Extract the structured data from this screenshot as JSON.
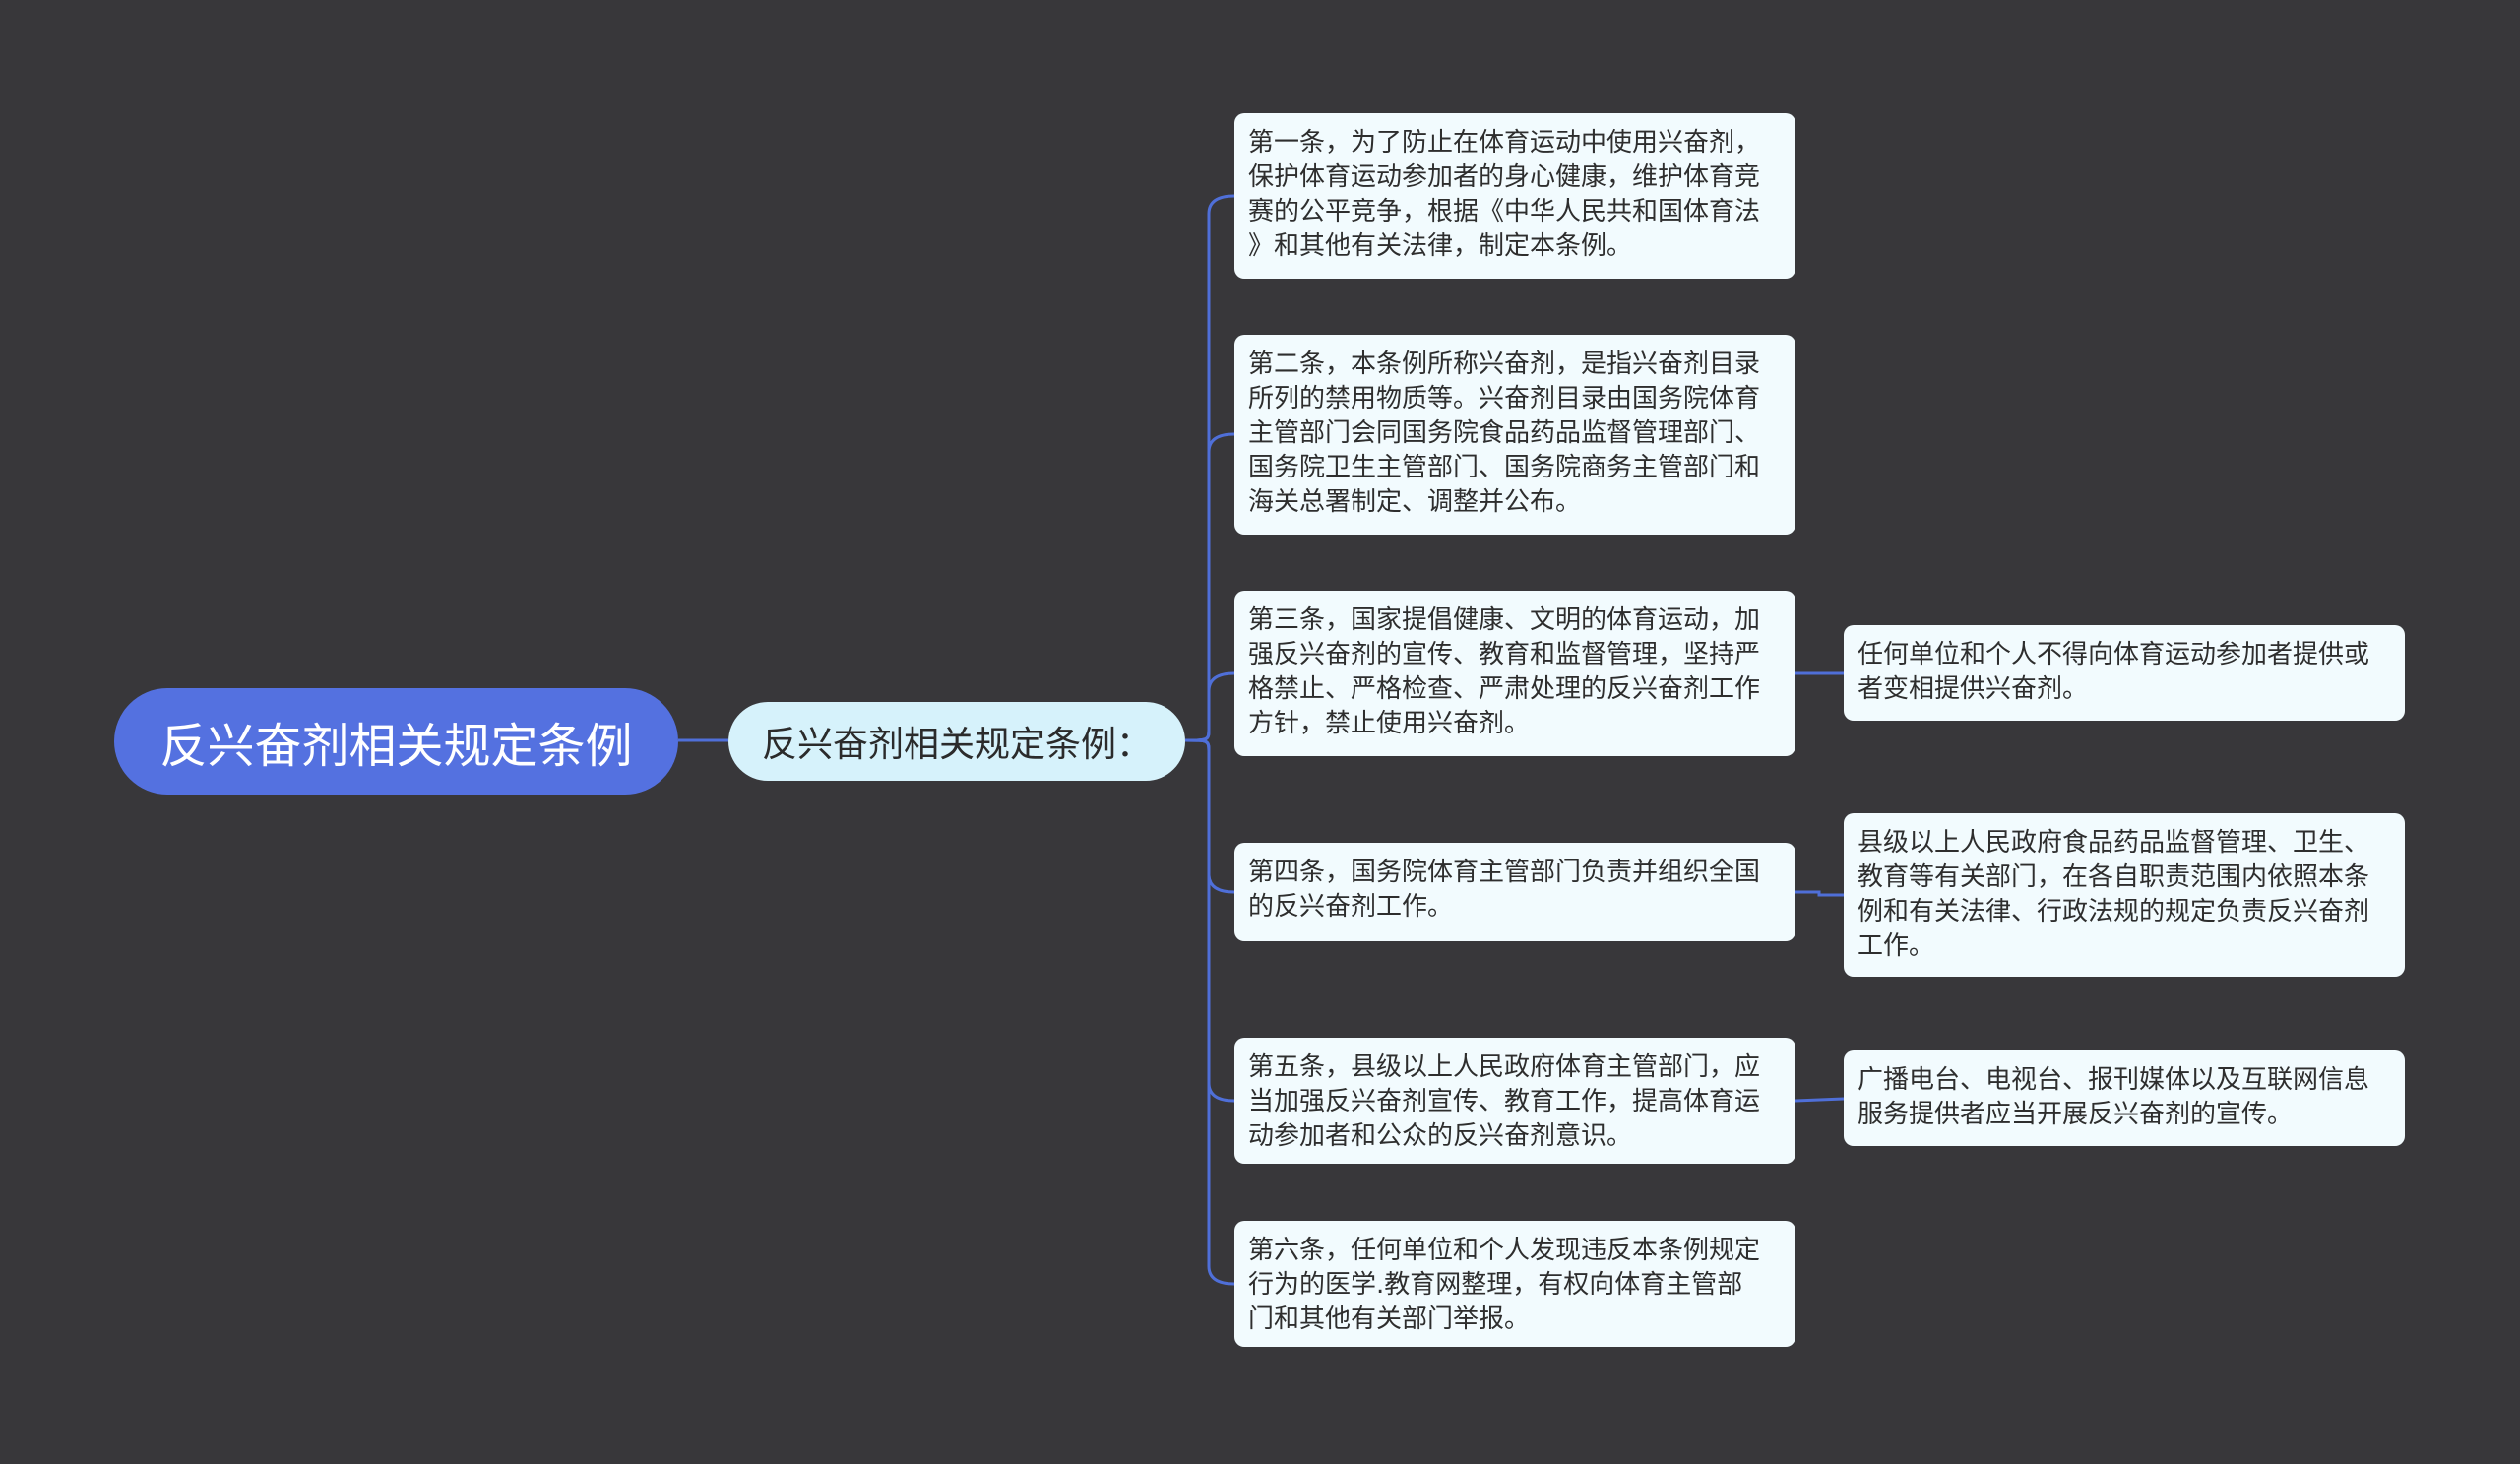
{
  "root": {
    "label": "反兴奋剂相关规定条例"
  },
  "subtopic": {
    "label": "反兴奋剂相关规定条例："
  },
  "articles": [
    "第一条，为了防止在体育运动中使用兴奋剂，\n保护体育运动参加者的身心健康，维护体育竞\n赛的公平竞争，根据《中华人民共和国体育法\n》和其他有关法律，制定本条例。",
    "第二条，本条例所称兴奋剂，是指兴奋剂目录\n所列的禁用物质等。兴奋剂目录由国务院体育\n主管部门会同国务院食品药品监督管理部门、\n国务院卫生主管部门、国务院商务主管部门和\n海关总署制定、调整并公布。",
    "第三条，国家提倡健康、文明的体育运动，加\n强反兴奋剂的宣传、教育和监督管理，坚持严\n格禁止、严格检查、严肃处理的反兴奋剂工作\n方针，禁止使用兴奋剂。",
    "第四条，国务院体育主管部门负责并组织全国\n的反兴奋剂工作。",
    "第五条，县级以上人民政府体育主管部门，应\n当加强反兴奋剂宣传、教育工作，提高体育运\n动参加者和公众的反兴奋剂意识。",
    "第六条，任何单位和个人发现违反本条例规定\n行为的医学.教育网整理，有权向体育主管部\n门和其他有关部门举报。"
  ],
  "children": {
    "article3": "任何单位和个人不得向体育运动参加者提供或\n者变相提供兴奋剂。",
    "article4": "县级以上人民政府食品药品监督管理、卫生、\n教育等有关部门，在各自职责范围内依照本条\n例和有关法律、行政法规的规定负责反兴奋剂\n工作。",
    "article5": "广播电台、电视台、报刊媒体以及互联网信息\n服务提供者应当开展反兴奋剂的宣传。"
  },
  "colors": {
    "background": "#38373a",
    "connector": "#4f6fd8",
    "root_fill": "#5471e0",
    "subtopic_fill": "#d6f2fb",
    "box_fill": "#f2fbfe"
  }
}
